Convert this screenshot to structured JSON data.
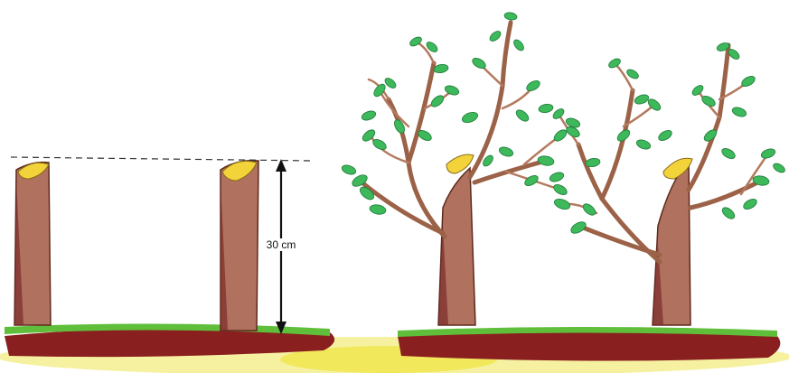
{
  "measurement": {
    "label": "30 cm"
  },
  "colors": {
    "trunk": "#b0725e",
    "trunk_shadow": "#7a2a2a",
    "cut_surface": "#f2d43a",
    "branch": "#9c6248",
    "leaf": "#3db85a",
    "leaf_dark": "#1f7a3a",
    "grass": "#5fbf3a",
    "soil": "#8a1f1f",
    "sand": "#f4ef8a"
  },
  "illustrations": [
    {
      "name": "cut-stump",
      "count": 2
    },
    {
      "name": "coppiced-tree-regrowth",
      "count": 2
    }
  ]
}
